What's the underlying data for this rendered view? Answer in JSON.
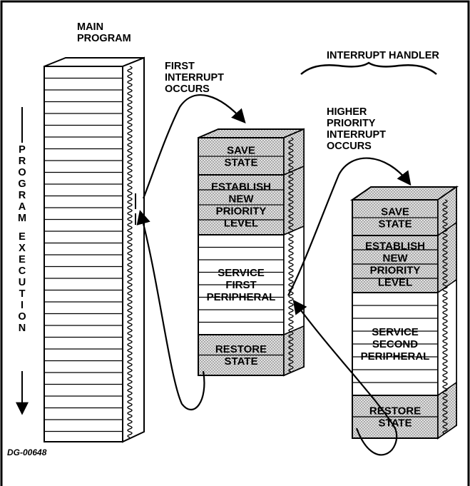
{
  "labels": {
    "main_program": [
      "MAIN",
      "PROGRAM"
    ],
    "interrupt_handler": "INTERRUPT HANDLER",
    "first_interrupt": [
      "FIRST",
      "INTERRUPT",
      "OCCURS"
    ],
    "higher_priority": [
      "HIGHER",
      "PRIORITY",
      "INTERRUPT",
      "OCCURS"
    ],
    "program_execution": "PROGRAM EXECUTION",
    "figure_id": "DG-00648"
  },
  "handler1": {
    "save": [
      "SAVE",
      "STATE"
    ],
    "establish": [
      "ESTABLISH",
      "NEW",
      "PRIORITY",
      "LEVEL"
    ],
    "service": [
      "SERVICE",
      "FIRST",
      "PERIPHERAL"
    ],
    "restore": [
      "RESTORE",
      "STATE"
    ]
  },
  "handler2": {
    "save": [
      "SAVE",
      "STATE"
    ],
    "establish": [
      "ESTABLISH",
      "NEW",
      "PRIORITY",
      "LEVEL"
    ],
    "service": [
      "SERVICE",
      "SECOND",
      "PERIPHERAL"
    ],
    "restore": [
      "RESTORE",
      "STATE"
    ]
  },
  "colors": {
    "ink": "#000000",
    "shade": "#d4d4d4",
    "paper": "#ffffff"
  }
}
